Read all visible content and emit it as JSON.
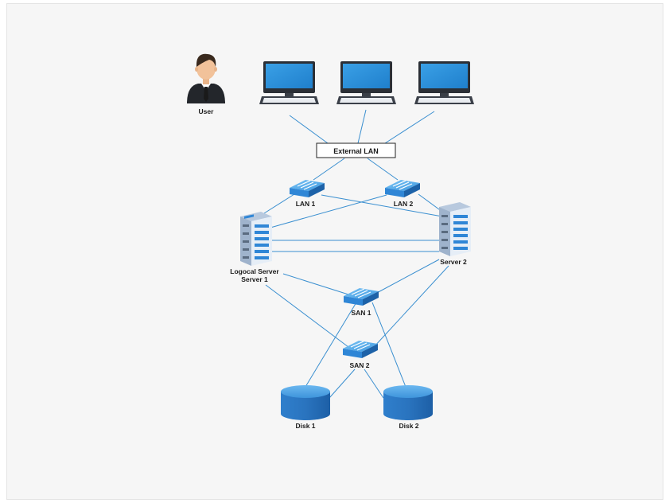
{
  "diagram": {
    "labels": {
      "user": "User",
      "external_lan": "External LAN",
      "lan1": "LAN 1",
      "lan2": "LAN 2",
      "server1_line1": "Logocal Server",
      "server1_line2": "Server 1",
      "server2": "Server 2",
      "san1": "SAN 1",
      "san2": "SAN 2",
      "disk1": "Disk 1",
      "disk2": "Disk 2"
    },
    "colors": {
      "line": "#3a8fd0",
      "switch_top": "#4aa6e8",
      "switch_side": "#1e6fb8",
      "server_body": "#dfe8f3",
      "server_accent": "#2f86d6",
      "disk_top": "#4ea2e8",
      "disk_body": "#1f6fbf",
      "monitor_screen": "#2f92d9",
      "monitor_frame": "#2b2f36",
      "background": "#f6f6f6"
    },
    "icons": {
      "user": "user-icon",
      "computer": "desktop-computer-icon",
      "switch": "network-switch-icon",
      "server": "server-rack-icon",
      "disk": "disk-storage-icon"
    }
  }
}
